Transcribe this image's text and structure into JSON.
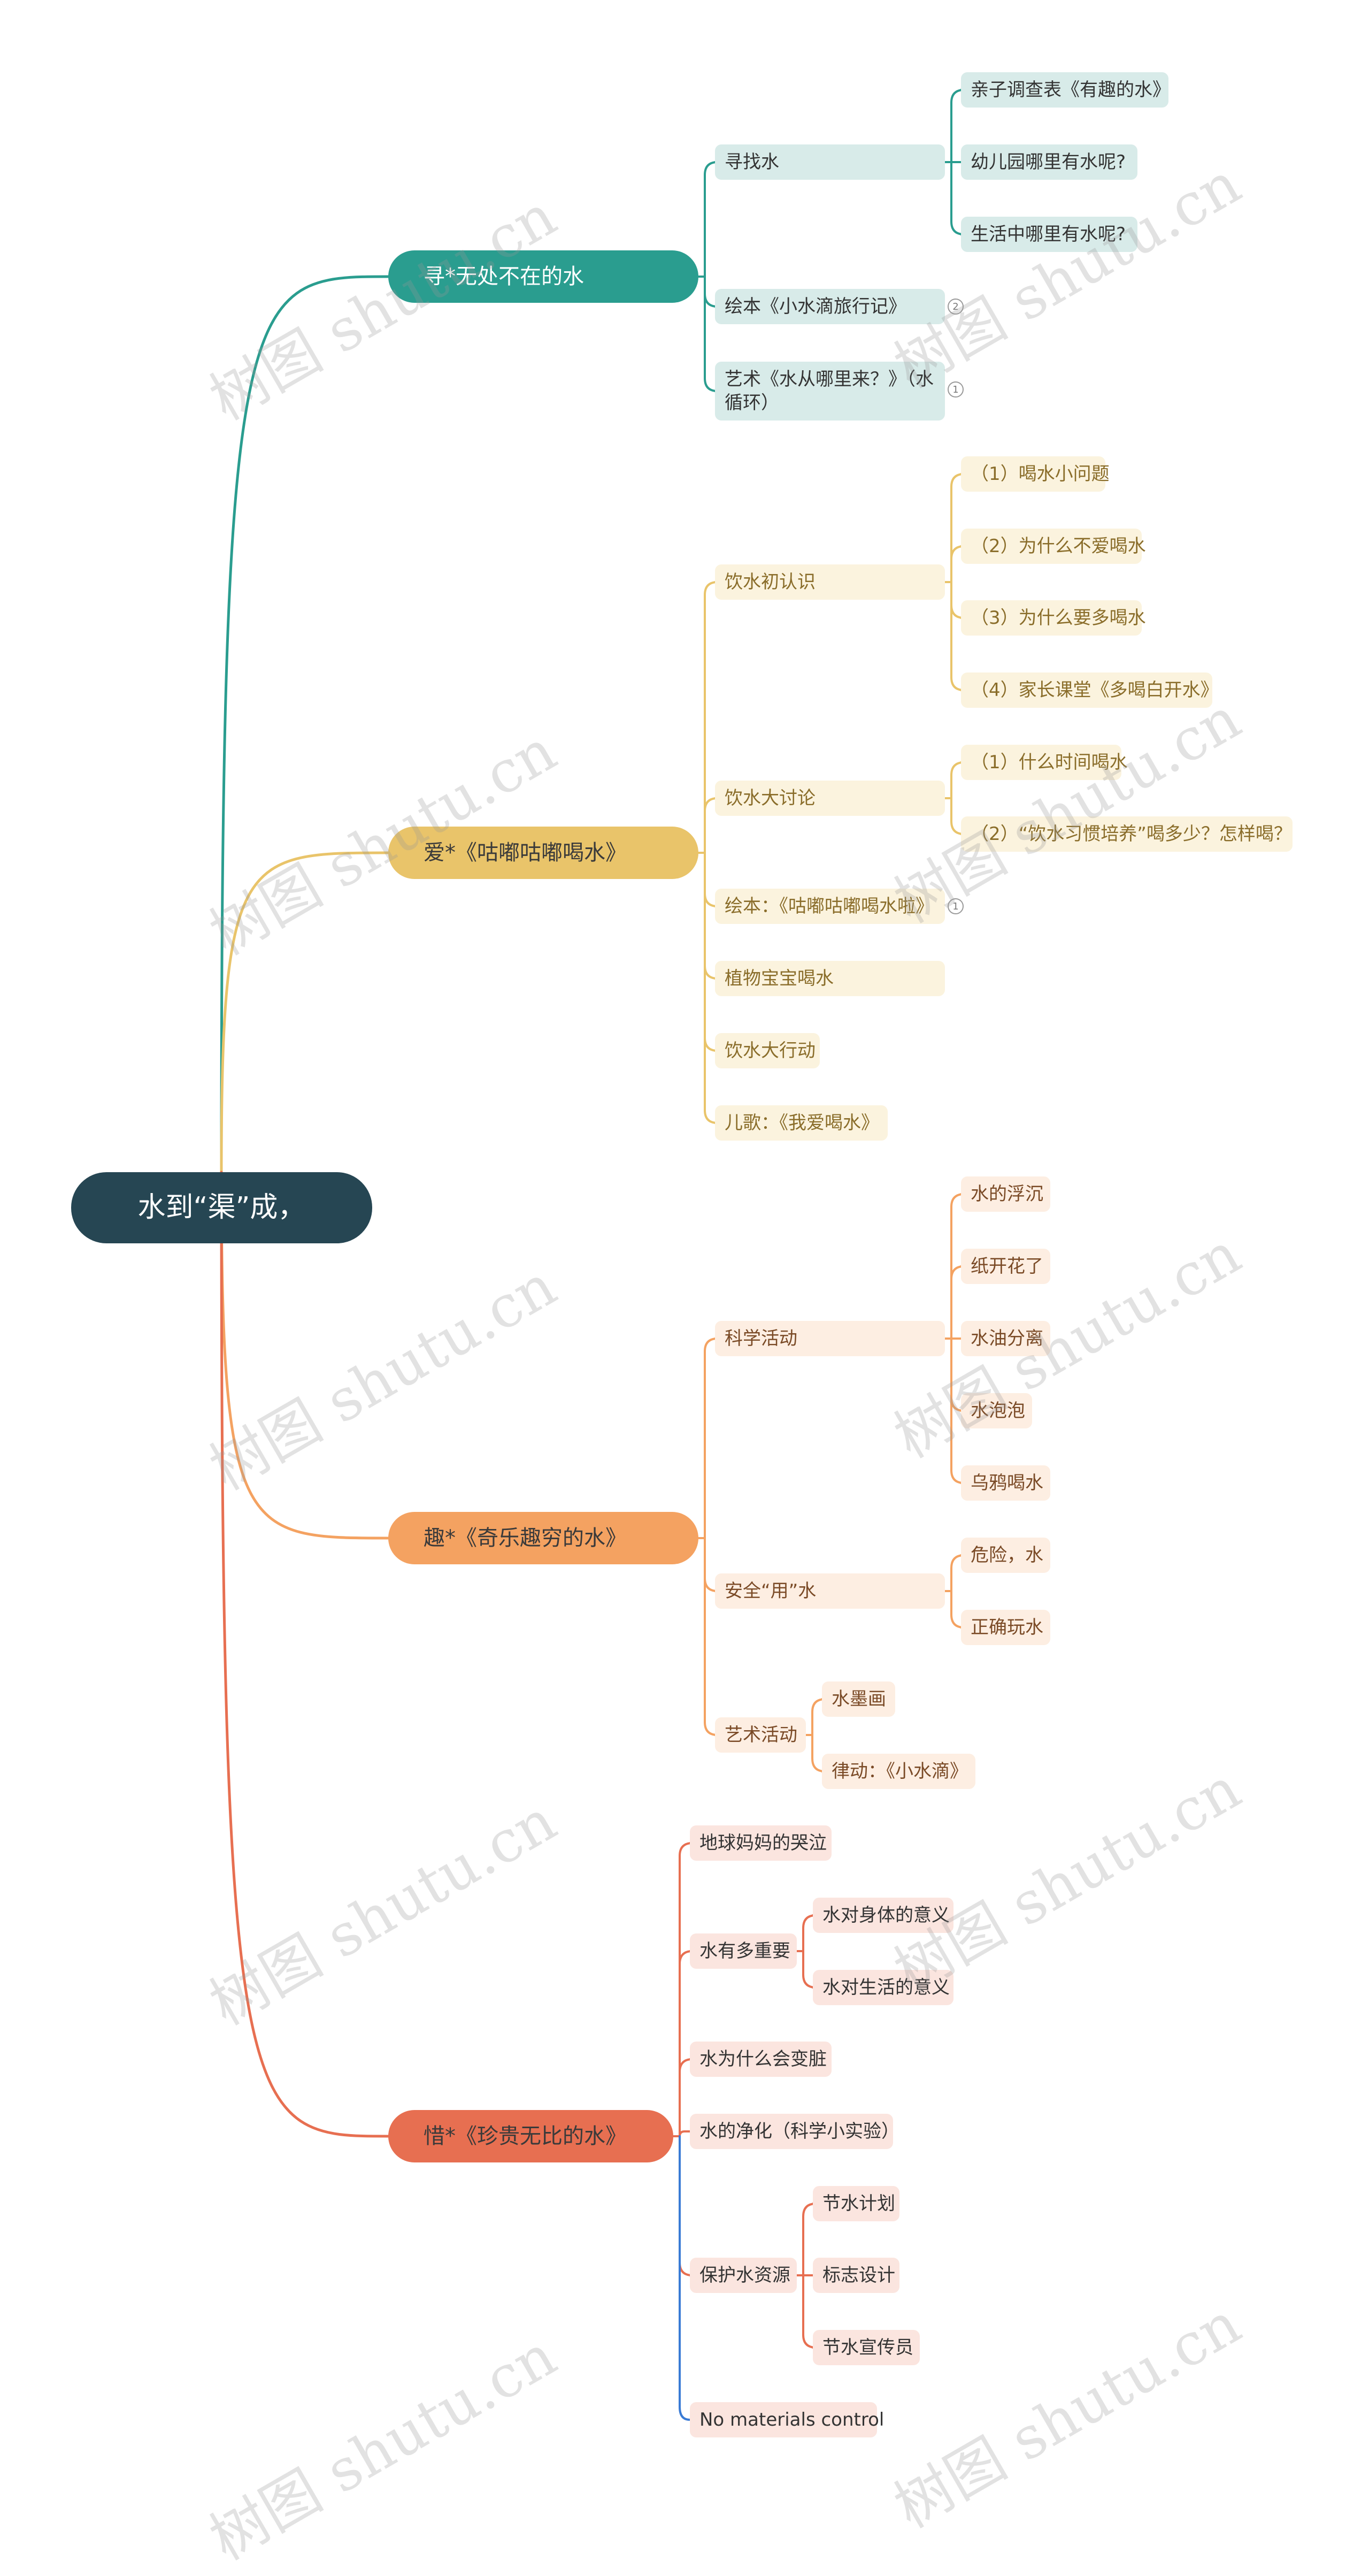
{
  "root": {
    "label": "水到“渠”成，"
  },
  "branches": [
    {
      "label": "寻*无处不在的水",
      "color": "#2a9d8f",
      "children": [
        {
          "label": "寻找水",
          "children": [
            "亲子调查表《有趣的水》",
            "幼儿园哪里有水呢?",
            "生活中哪里有水呢?"
          ]
        },
        {
          "label": "绘本《小水滴旅行记》",
          "badge": "2"
        },
        {
          "label": "艺术《水从哪里来？》（水循环）",
          "badge": "1"
        }
      ]
    },
    {
      "label": "爱*《咕嘟咕嘟喝水》",
      "color": "#e9c46a",
      "children": [
        {
          "label": "饮水初认识",
          "children": [
            "（1）喝水小问题",
            "（2）为什么不爱喝水",
            "（3）为什么要多喝水",
            "（4）家长课堂《多喝白开水》"
          ]
        },
        {
          "label": "饮水大讨论",
          "children": [
            "（1）什么时间喝水",
            "（2）“饮水习惯培养”喝多少？怎样喝？"
          ]
        },
        {
          "label": "绘本：《咕嘟咕嘟喝水啦》",
          "badge": "1"
        },
        {
          "label": "植物宝宝喝水"
        },
        {
          "label": "饮水大行动"
        },
        {
          "label": "儿歌：《我爱喝水》"
        }
      ]
    },
    {
      "label": "趣*《奇乐趣穷的水》",
      "color": "#f4a261",
      "children": [
        {
          "label": "科学活动",
          "children": [
            "水的浮沉",
            "纸开花了",
            "水油分离",
            "水泡泡",
            "乌鸦喝水"
          ]
        },
        {
          "label": "安全“用”水",
          "children": [
            "危险，水",
            "正确玩水"
          ]
        },
        {
          "label": "艺术活动",
          "children": [
            "水墨画",
            "律动：《小水滴》"
          ]
        }
      ]
    },
    {
      "label": "惜*《珍贵无比的水》",
      "color": "#e76f51",
      "children": [
        {
          "label": "地球妈妈的哭泣"
        },
        {
          "label": "水有多重要",
          "children": [
            "水对身体的意义",
            "水对生活的意义"
          ]
        },
        {
          "label": "水为什么会变脏"
        },
        {
          "label": "水的净化（科学小实验）"
        },
        {
          "label": "保护水资源",
          "children": [
            "节水计划",
            "标志设计",
            "节水宣传员"
          ]
        },
        {
          "label": "No materials control"
        }
      ]
    }
  ],
  "watermark": "树图 shutu.cn",
  "colors": {
    "root_bg": "#264653",
    "teal_leaf_bg": "#d8ebe9",
    "yellow_leaf_bg": "#fbf3de",
    "orange_leaf_bg": "#fdeee2",
    "red_leaf_bg": "#fbe5df",
    "last_branch_line": "#3a7bd5"
  }
}
